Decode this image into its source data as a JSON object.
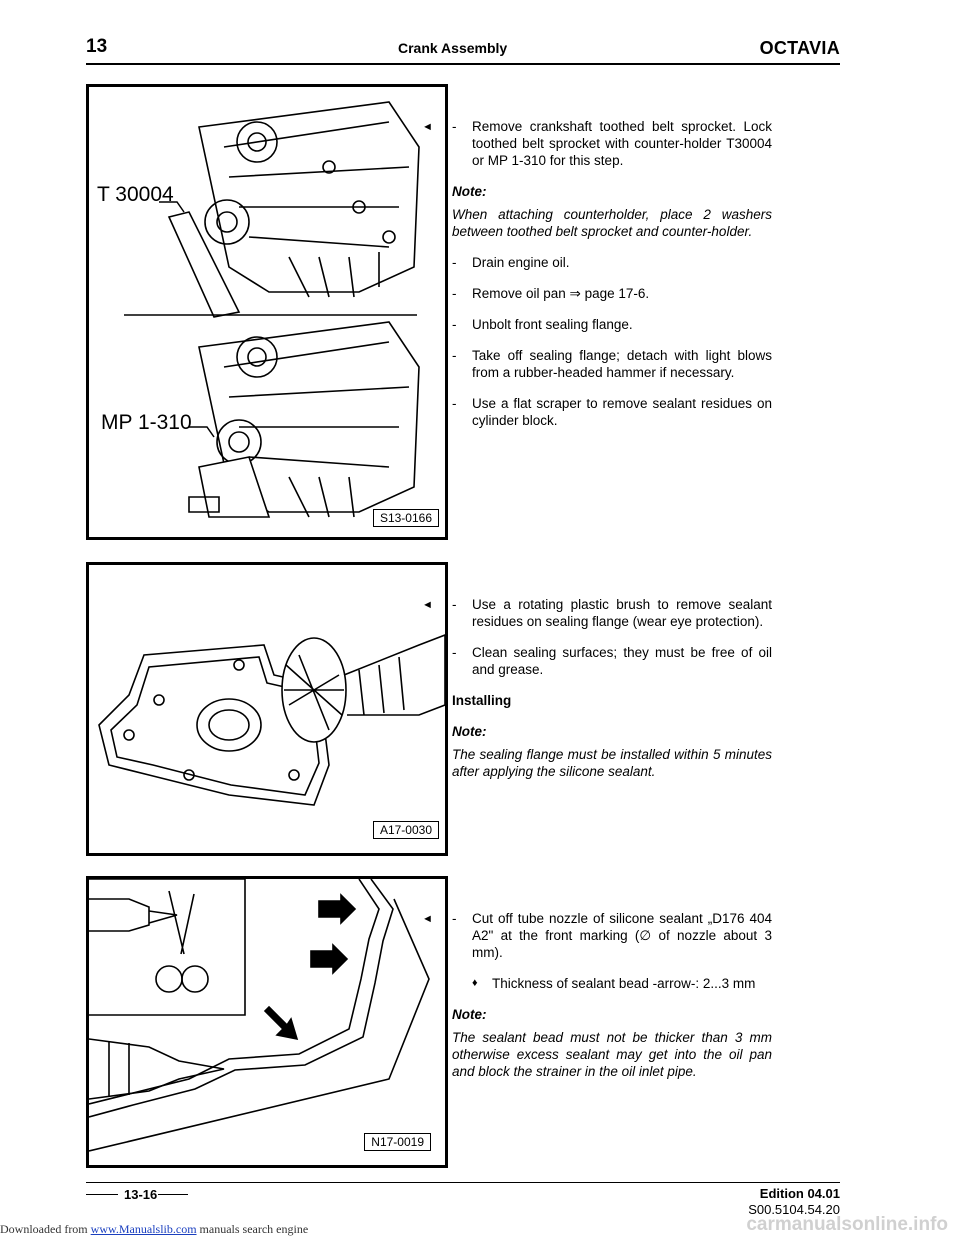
{
  "header": {
    "section_number": "13",
    "title": "Crank Assembly",
    "brand": "OCTAVIA"
  },
  "figures": [
    {
      "label": "S13-0166",
      "tools": [
        "T 30004",
        "MP 1-310"
      ]
    },
    {
      "label": "A17-0030"
    },
    {
      "label": "N17-0019"
    }
  ],
  "block1": {
    "step1": "Remove crankshaft toothed belt sprocket. Lock toothed belt sprocket with counter-holder T30004 or MP 1-310 for this step.",
    "note_heading": "Note:",
    "note_text": "When attaching counterholder, place 2 washers between toothed belt sprocket and counter-holder.",
    "step2": "Drain engine oil.",
    "step3": "Remove oil pan ⇒ page 17-6.",
    "step4": "Unbolt front sealing flange.",
    "step5": "Take off sealing flange; detach with light blows from a rubber-headed hammer if necessary.",
    "step6": "Use a flat scraper to remove sealant residues on cylinder block."
  },
  "block2": {
    "step1": "Use a rotating plastic brush to remove sealant residues on sealing flange (wear eye protection).",
    "step2": "Clean sealing surfaces; they must be free of oil and grease.",
    "section_heading": "Installing",
    "note_heading": "Note:",
    "note_text": "The sealing flange must be installed within 5 minutes after applying the silicone sealant."
  },
  "block3": {
    "step1": "Cut off tube nozzle of silicone sealant „D176 404 A2\" at the front marking (∅ of nozzle about 3 mm).",
    "bullet1": "Thickness of sealant bead -arrow-: 2...3 mm",
    "note_heading": "Note:",
    "note_text": "The sealant bead must not be thicker than 3 mm otherwise excess sealant may get into the oil pan and block the strainer in the oil inlet pipe."
  },
  "markers": {
    "arrow": "◄",
    "dash": "-",
    "bullet": "♦"
  },
  "footer": {
    "page": "13-16",
    "edition": "Edition 04.01",
    "doc_number": "S00.5104.54.20"
  },
  "watermark": {
    "prefix": "Downloaded from ",
    "link": "www.Manualslib.com",
    "suffix": " manuals search engine",
    "right": "carmanualsonline.info"
  }
}
